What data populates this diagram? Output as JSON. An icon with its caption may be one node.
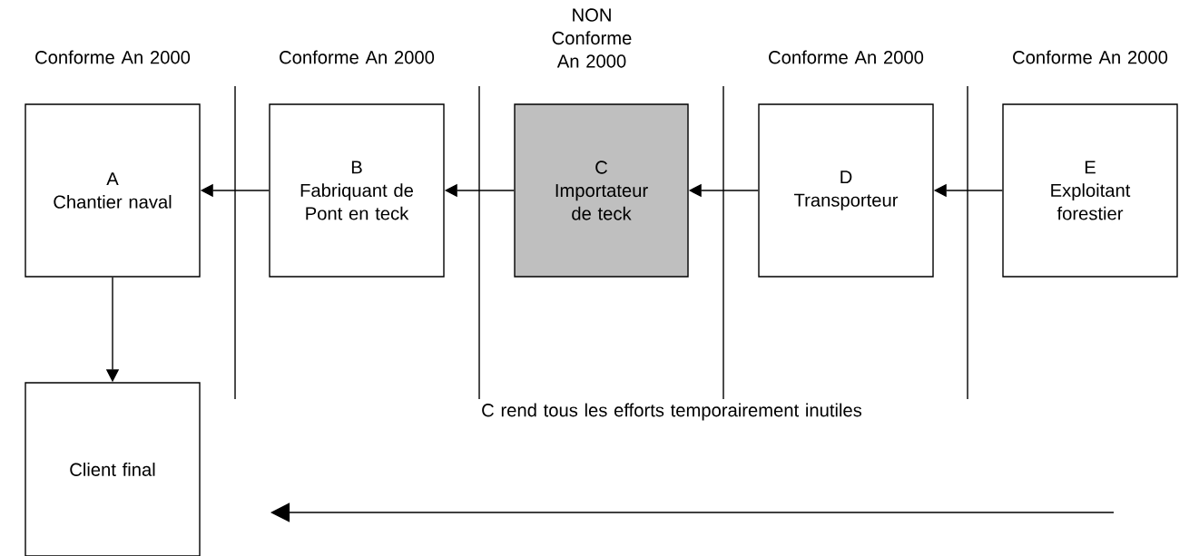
{
  "diagram": {
    "nodes": [
      {
        "text": [
          "A",
          "Chantier naval"
        ]
      },
      {
        "text": [
          "B",
          "Fabriquant de Pont en teck"
        ]
      },
      {
        "text": [
          "C",
          "Importateur de teck"
        ]
      },
      {
        "text": [
          "D",
          "Transporteur"
        ]
      },
      {
        "text": [
          "E",
          "Exploitant forestier"
        ]
      },
      {
        "text": [
          "Client final"
        ]
      }
    ],
    "edges": [
      {
        "from": 1,
        "to": 0,
        "arrow": "to"
      },
      {
        "from": 2,
        "to": 1,
        "arrow": "to"
      },
      {
        "from": 3,
        "to": 2,
        "arrow": "to"
      },
      {
        "from": 4,
        "to": 3,
        "arrow": "to"
      },
      {
        "from": 0,
        "to": 5,
        "arrow": "to"
      }
    ],
    "labels": [
      "Conforme An 2000",
      "Conforme An 2000",
      "NON Conforme An 2000",
      "Conforme An 2000",
      "Conforme An 2000",
      "C rend tous les efforts temporairement inutiles"
    ]
  }
}
